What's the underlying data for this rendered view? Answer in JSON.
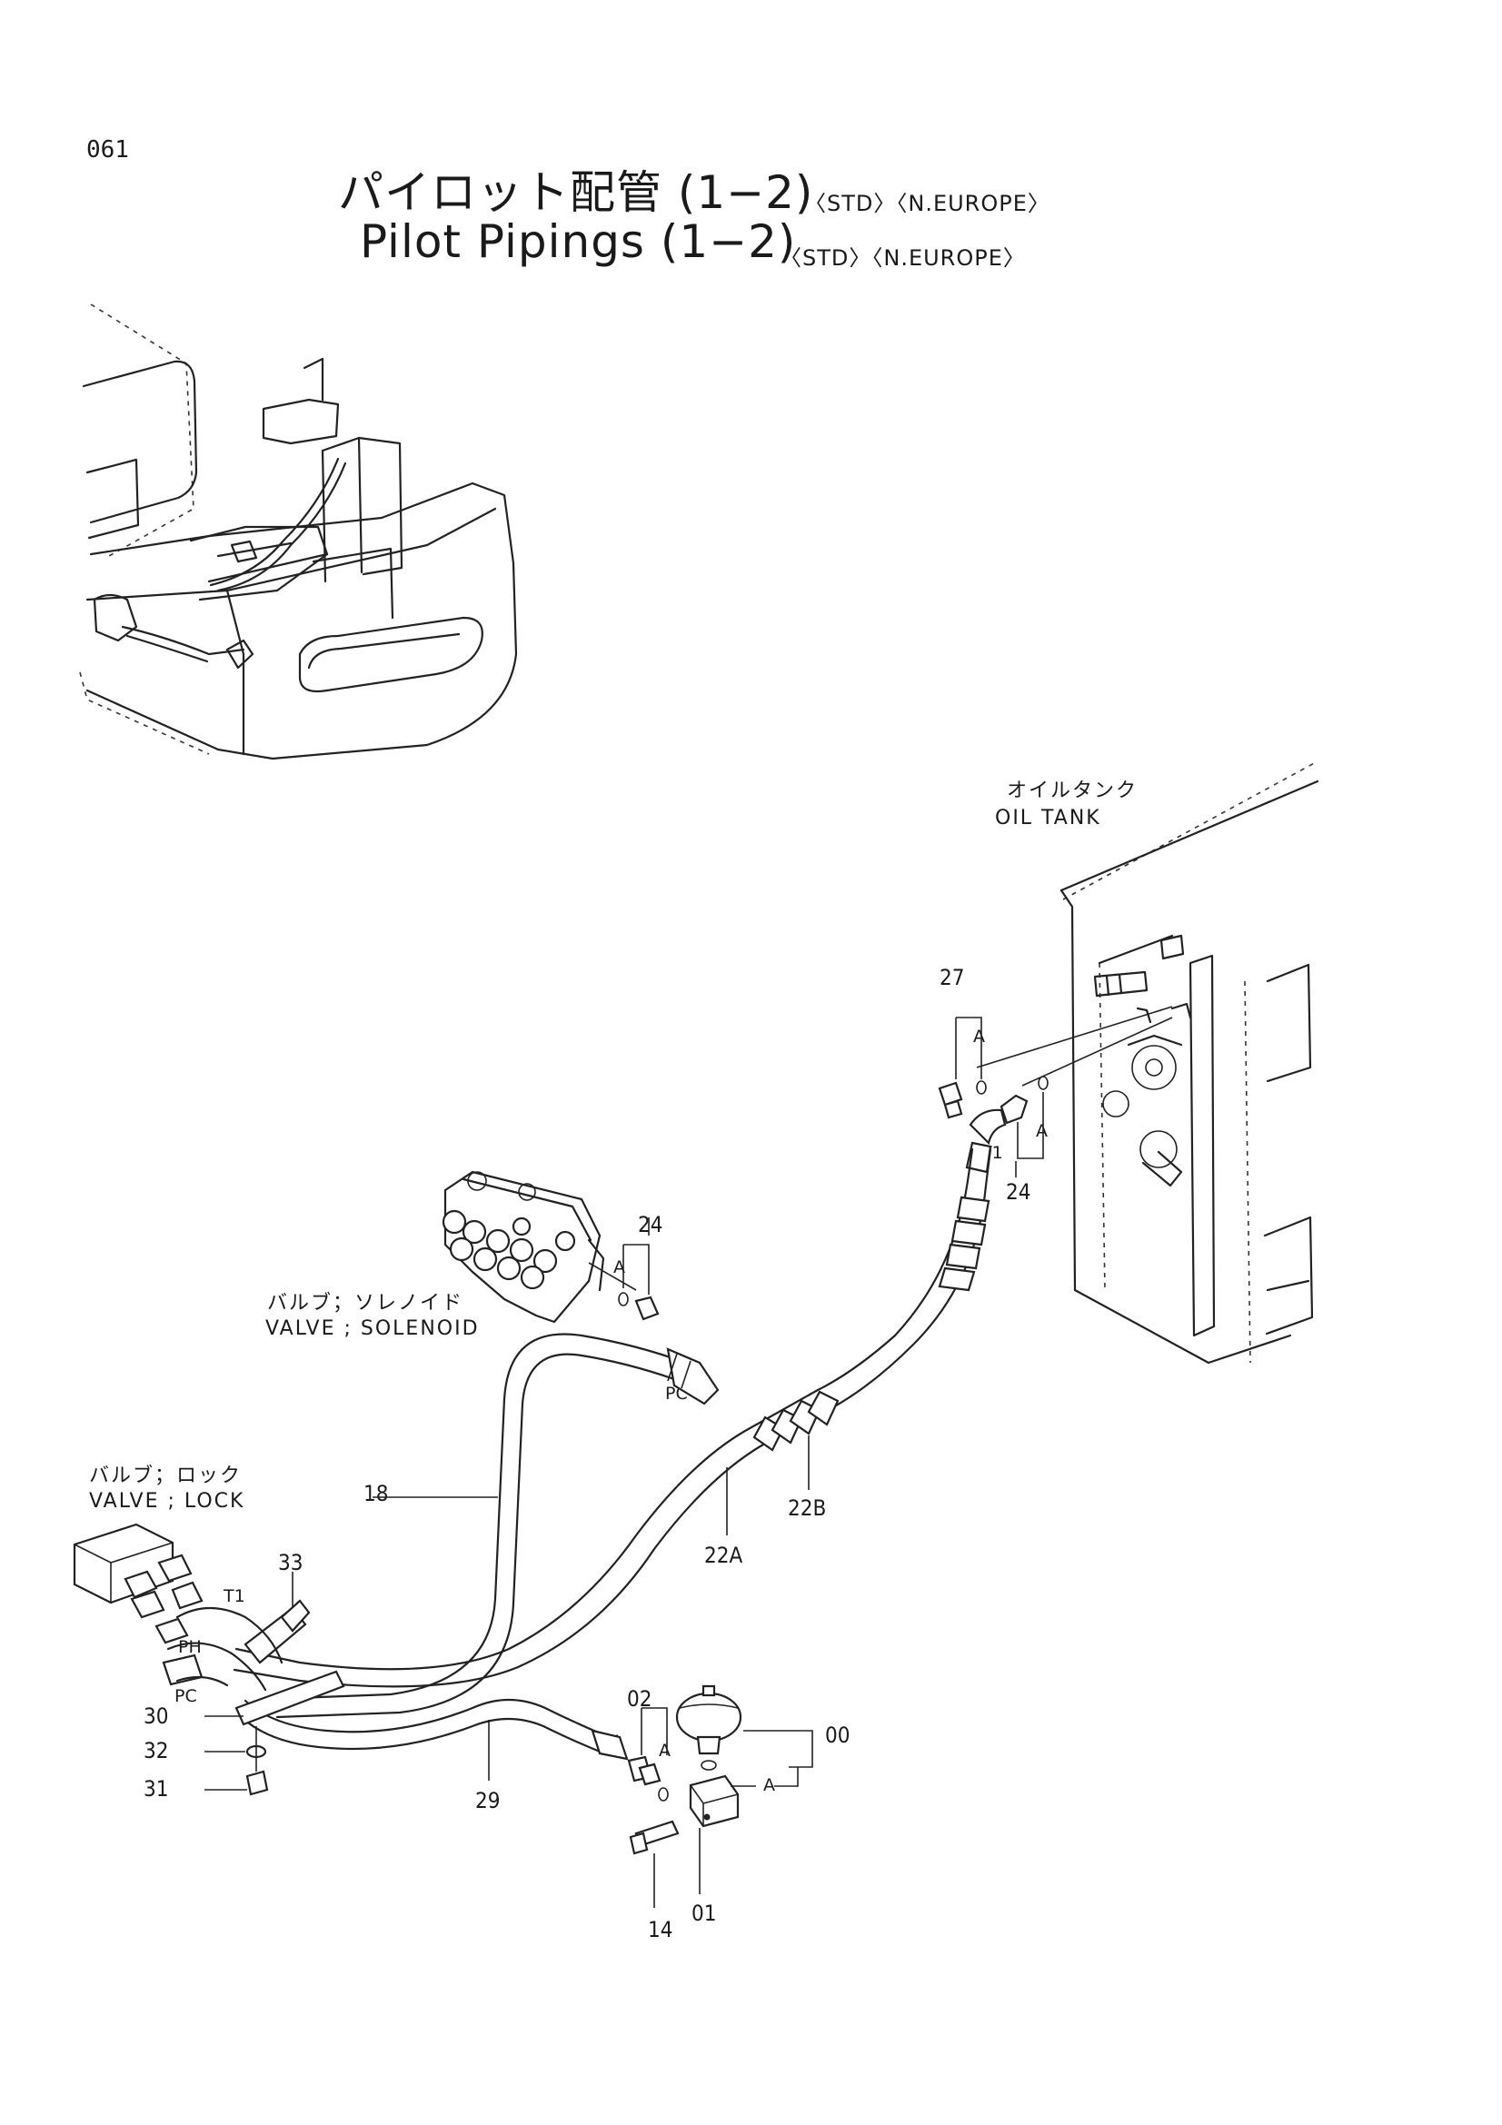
{
  "page_number": "061",
  "title": {
    "japanese": "パイロット配管 (1−2)",
    "english": "Pilot Pipings (1−2)",
    "variants": "〈STD〉〈N.EUROPE〉"
  },
  "components": {
    "oil_tank_jp": "オイルタンク",
    "oil_tank_en": "OIL TANK",
    "solenoid_valve_jp": "バルブ；ソレノイド",
    "solenoid_valve_en": "VALVE ; SOLENOID",
    "lock_valve_jp": "バルブ；ロック",
    "lock_valve_en": "VALVE ; LOCK"
  },
  "port_labels": {
    "t1_tank": "T1",
    "t1_lock": "T1",
    "pc_solenoid": "PC",
    "pc_lock": "PC",
    "ph_lock": "PH",
    "ph_hose": "PH"
  },
  "part_numbers": {
    "p00": "00",
    "p01": "01",
    "p02": "02",
    "p14": "14",
    "p18": "18",
    "p22a": "22A",
    "p22b": "22B",
    "p24_tank": "24",
    "p24_solenoid": "24",
    "p27": "27",
    "p29": "29",
    "p30": "30",
    "p31": "31",
    "p32": "32",
    "p33": "33"
  },
  "detail_refs": {
    "a_tank_left": "A",
    "a_tank_right": "A",
    "a_solenoid": "A",
    "a_accum_left": "A",
    "a_accum_right": "A"
  }
}
